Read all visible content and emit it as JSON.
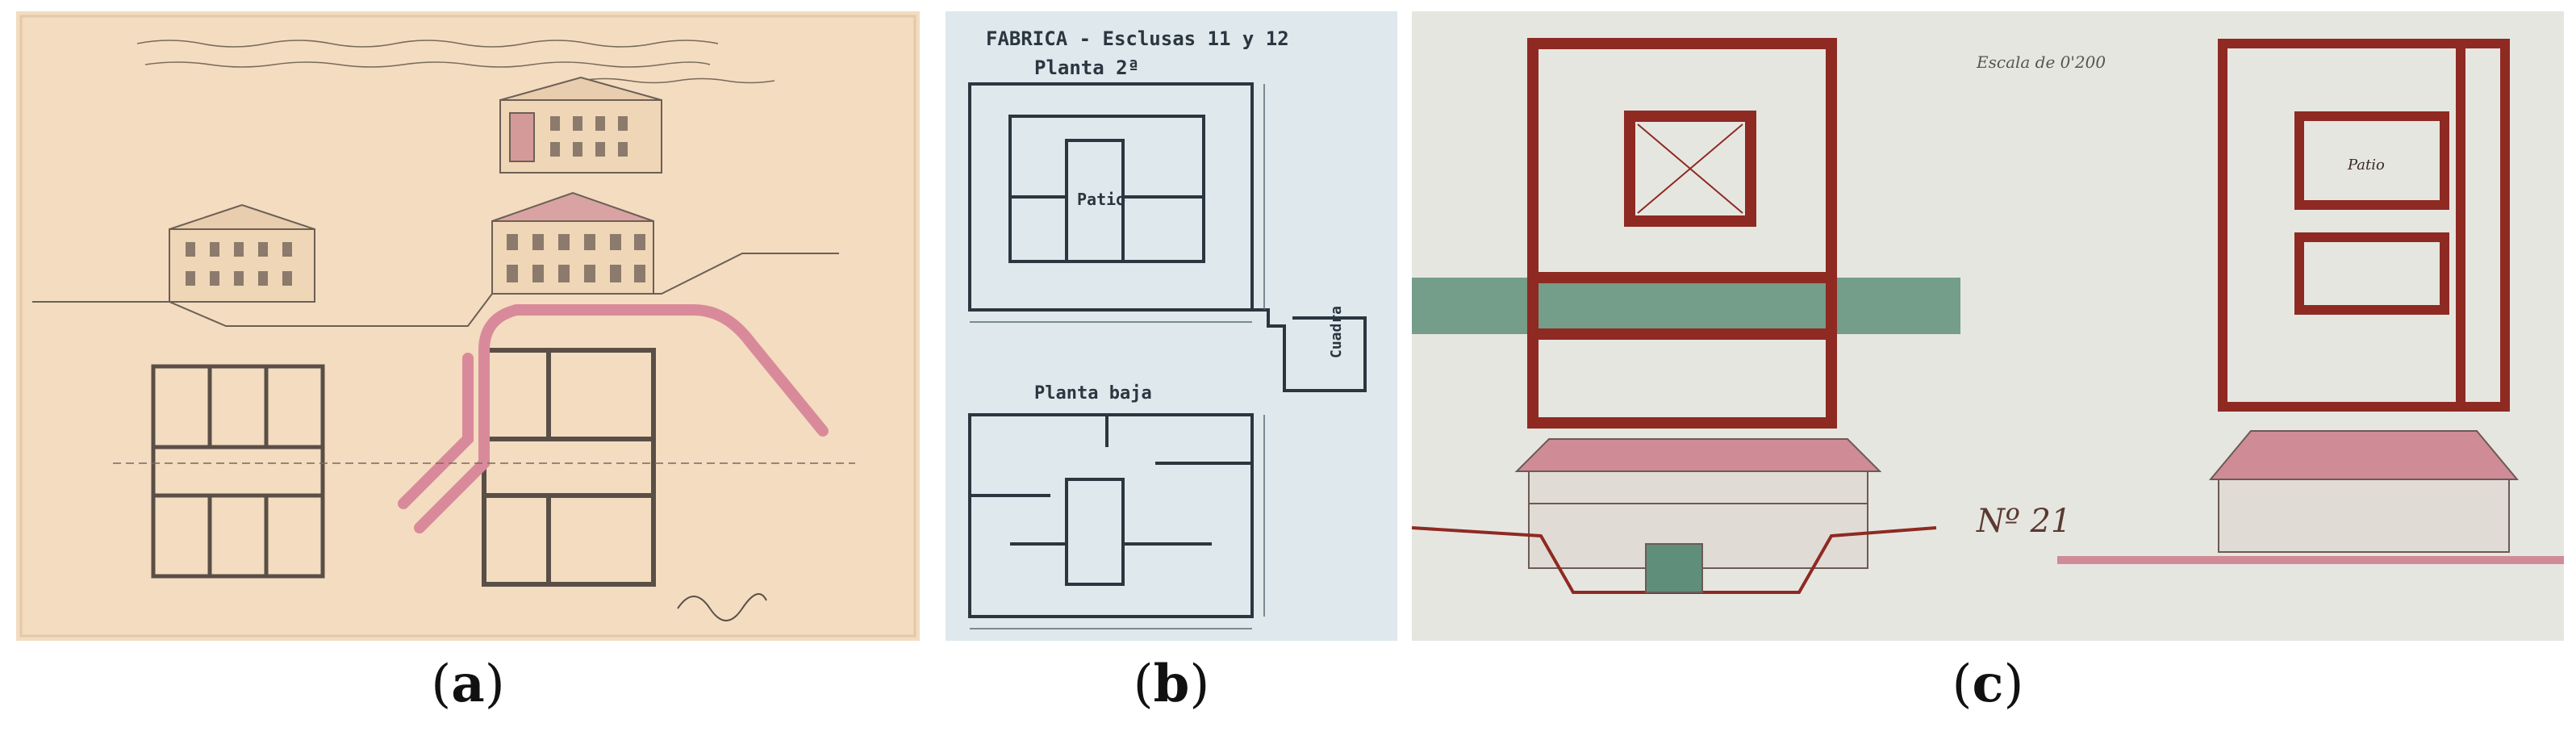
{
  "panels": [
    {
      "id": "a",
      "caption": {
        "open": "(",
        "letter": "a",
        "close": ")"
      }
    },
    {
      "id": "b",
      "caption": {
        "open": "(",
        "letter": "b",
        "close": ")"
      },
      "header": "FABRICA - Esclusas 11 y 12",
      "floor_upper": "Planta 2ª",
      "floor_lower": "Planta baja",
      "room_patio": "Patio",
      "room_cuadra": "Cuadra"
    },
    {
      "id": "c",
      "caption": {
        "open": "(",
        "letter": "c",
        "close": ")"
      },
      "scale_note": "Escala de 0'200",
      "sheet_number": "Nº 21",
      "room_patio": "Patio",
      "colors": {
        "wall": "#8e2a22",
        "water": "#5f8f7a",
        "roof": "#cf8c96",
        "paper": "#e6e6e1"
      }
    }
  ]
}
